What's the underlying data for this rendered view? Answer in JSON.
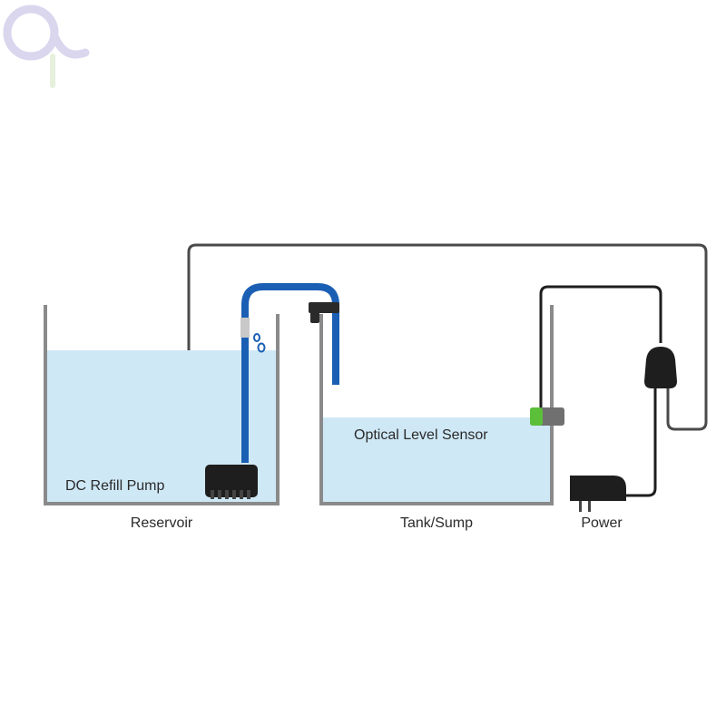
{
  "labels": {
    "pump": "DC Refill Pump",
    "reservoir": "Reservoir",
    "sensor": "Optical Level Sensor",
    "tank": "Tank/Sump",
    "power": "Power"
  },
  "colors": {
    "water": "#cfe8f6",
    "tank_wall": "#8a8a8a",
    "hose": "#1a5fb4",
    "cable": "#3a3a3a",
    "device": "#1e1e1e",
    "sensor_tip": "#5cbf3a",
    "logo": "#d9d6ee"
  },
  "icons": [
    "logo-icon",
    "water-drops-icon",
    "pump-icon",
    "hose-clip-icon",
    "optical-sensor-icon",
    "controller-icon",
    "power-adapter-icon"
  ]
}
